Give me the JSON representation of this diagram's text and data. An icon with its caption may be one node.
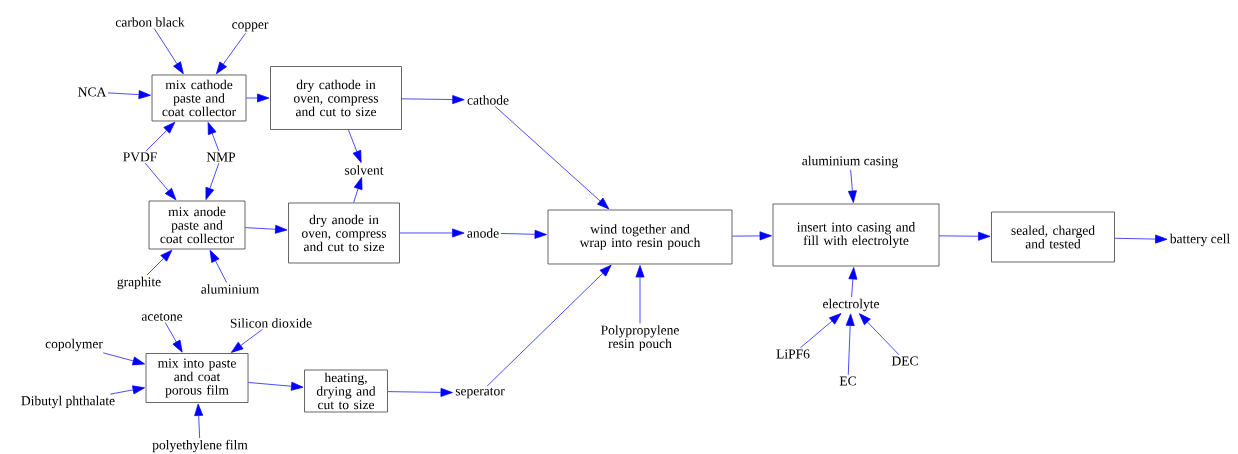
{
  "diagram": {
    "nodes": [
      {
        "text": [
          "carbon black"
        ]
      },
      {
        "text": [
          "copper"
        ]
      },
      {
        "text": [
          "NCA"
        ]
      },
      {
        "text": [
          "mix cathode paste and coat collector"
        ]
      },
      {
        "text": [
          "dry cathode in oven, compress and cut to size"
        ]
      },
      {
        "text": [
          "cathode"
        ]
      },
      {
        "text": [
          "PVDF"
        ]
      },
      {
        "text": [
          "NMP"
        ]
      },
      {
        "text": [
          "solvent"
        ]
      },
      {
        "text": [
          "mix anode paste and coat collector"
        ]
      },
      {
        "text": [
          "dry anode in oven, compress and cut to size"
        ]
      },
      {
        "text": [
          "anode"
        ]
      },
      {
        "text": [
          "wind together and wrap into resin pouch"
        ]
      },
      {
        "text": [
          "aluminium casing"
        ]
      },
      {
        "text": [
          "insert into casing and fill with electrolyte"
        ]
      },
      {
        "text": [
          "sealed, charged and tested"
        ]
      },
      {
        "text": [
          "battery cell"
        ]
      },
      {
        "text": [
          "graphite"
        ]
      },
      {
        "text": [
          "aluminium"
        ]
      },
      {
        "text": [
          "acetone"
        ]
      },
      {
        "text": [
          "Silicon dioxide"
        ]
      },
      {
        "text": [
          "copolymer"
        ]
      },
      {
        "text": [
          "Polypropylene resin pouch"
        ]
      },
      {
        "text": [
          "electrolyte"
        ]
      },
      {
        "text": [
          "Dibutyl phthalate"
        ]
      },
      {
        "text": [
          "mix into paste and coat porous film"
        ]
      },
      {
        "text": [
          "heating, drying and cut to size"
        ]
      },
      {
        "text": [
          "seperator"
        ]
      },
      {
        "text": [
          "LiPF6"
        ]
      },
      {
        "text": [
          "EC"
        ]
      },
      {
        "text": [
          "DEC"
        ]
      },
      {
        "text": [
          "polyethylene film"
        ]
      }
    ],
    "edges": [
      {
        "from": 0,
        "to": 3,
        "arrow": "to"
      },
      {
        "from": 1,
        "to": 3,
        "arrow": "to"
      },
      {
        "from": 2,
        "to": 3,
        "arrow": "to"
      },
      {
        "from": 6,
        "to": 3,
        "arrow": "to"
      },
      {
        "from": 7,
        "to": 3,
        "arrow": "to"
      },
      {
        "from": 6,
        "to": 9,
        "arrow": "to"
      },
      {
        "from": 7,
        "to": 9,
        "arrow": "to"
      },
      {
        "from": 3,
        "to": 4,
        "arrow": "to"
      },
      {
        "from": 4,
        "to": 5,
        "arrow": "to"
      },
      {
        "from": 4,
        "to": 8,
        "arrow": "to"
      },
      {
        "from": 10,
        "to": 8,
        "arrow": "to"
      },
      {
        "from": 9,
        "to": 10,
        "arrow": "to"
      },
      {
        "from": 10,
        "to": 11,
        "arrow": "to"
      },
      {
        "from": 17,
        "to": 9,
        "arrow": "to"
      },
      {
        "from": 18,
        "to": 9,
        "arrow": "to"
      },
      {
        "from": 5,
        "to": 12,
        "arrow": "to"
      },
      {
        "from": 11,
        "to": 12,
        "arrow": "to"
      },
      {
        "from": 27,
        "to": 12,
        "arrow": "to"
      },
      {
        "from": 22,
        "to": 12,
        "arrow": "to"
      },
      {
        "from": 12,
        "to": 14,
        "arrow": "to"
      },
      {
        "from": 13,
        "to": 14,
        "arrow": "to"
      },
      {
        "from": 23,
        "to": 14,
        "arrow": "to"
      },
      {
        "from": 14,
        "to": 15,
        "arrow": "to"
      },
      {
        "from": 15,
        "to": 16,
        "arrow": "to"
      },
      {
        "from": 28,
        "to": 23,
        "arrow": "to"
      },
      {
        "from": 29,
        "to": 23,
        "arrow": "to"
      },
      {
        "from": 30,
        "to": 23,
        "arrow": "to"
      },
      {
        "from": 19,
        "to": 25,
        "arrow": "to"
      },
      {
        "from": 20,
        "to": 25,
        "arrow": "to"
      },
      {
        "from": 21,
        "to": 25,
        "arrow": "to"
      },
      {
        "from": 24,
        "to": 25,
        "arrow": "to"
      },
      {
        "from": 31,
        "to": 25,
        "arrow": "to"
      },
      {
        "from": 25,
        "to": 26,
        "arrow": "to"
      },
      {
        "from": 26,
        "to": 27,
        "arrow": "to"
      }
    ]
  }
}
